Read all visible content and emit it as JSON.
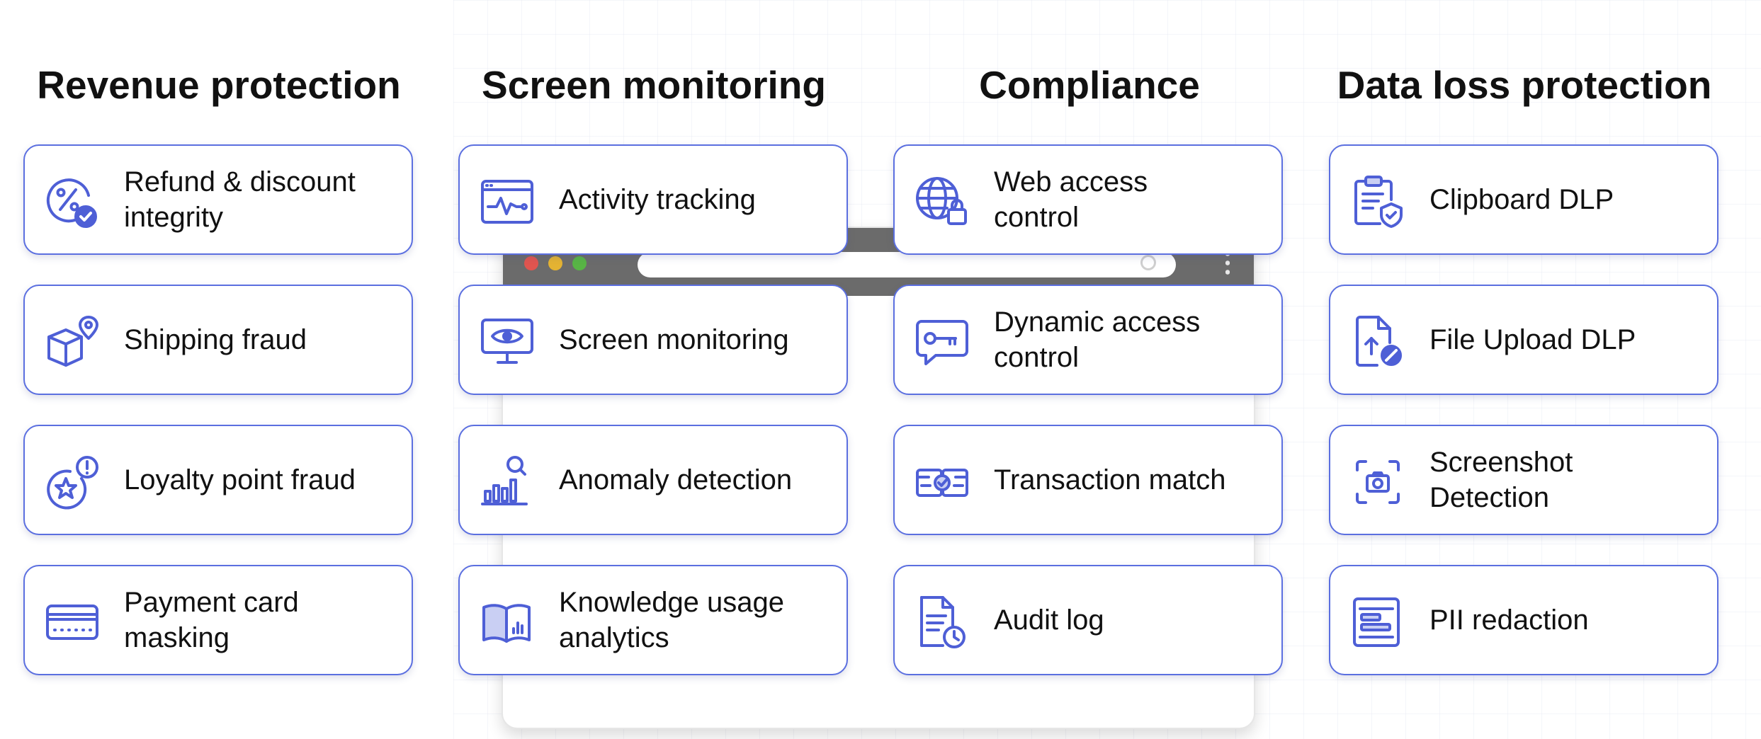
{
  "columns": [
    {
      "title": "Revenue protection",
      "cards": [
        {
          "label": "Refund & discount\nintegrity",
          "icon": "percent-check-icon"
        },
        {
          "label": "Shipping fraud",
          "icon": "package-location-icon"
        },
        {
          "label": "Loyalty point fraud",
          "icon": "star-alert-icon"
        },
        {
          "label": "Payment card\nmasking",
          "icon": "credit-card-icon"
        }
      ]
    },
    {
      "title": "Screen monitoring",
      "cards": [
        {
          "label": "Activity tracking",
          "icon": "browser-activity-icon"
        },
        {
          "label": "Screen monitoring",
          "icon": "monitor-eye-icon"
        },
        {
          "label": "Anomaly detection",
          "icon": "chart-search-icon"
        },
        {
          "label": "Knowledge usage\nanalytics",
          "icon": "book-chart-icon"
        }
      ]
    },
    {
      "title": "Compliance",
      "cards": [
        {
          "label": "Web access\ncontrol",
          "icon": "globe-lock-icon"
        },
        {
          "label": "Dynamic access\ncontrol",
          "icon": "key-chat-icon"
        },
        {
          "label": "Transaction match",
          "icon": "cards-match-icon"
        },
        {
          "label": "Audit log",
          "icon": "document-clock-icon"
        }
      ]
    },
    {
      "title": "Data loss protection",
      "cards": [
        {
          "label": "Clipboard DLP",
          "icon": "clipboard-shield-icon"
        },
        {
          "label": "File Upload DLP",
          "icon": "file-upload-block-icon"
        },
        {
          "label": "Screenshot\nDetection",
          "icon": "screenshot-camera-icon"
        },
        {
          "label": "PII redaction",
          "icon": "redaction-icon"
        }
      ]
    }
  ],
  "colors": {
    "accent": "#4e5fd6",
    "card_border": "#5b6fe0",
    "title": "#111111"
  }
}
